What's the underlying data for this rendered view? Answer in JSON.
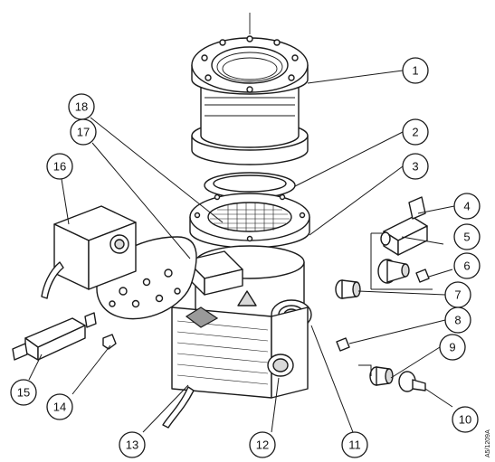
{
  "diagram": {
    "callouts": [
      "1",
      "2",
      "3",
      "4",
      "5",
      "6",
      "7",
      "8",
      "9",
      "10",
      "11",
      "12",
      "13",
      "14",
      "15",
      "16",
      "17",
      "18"
    ],
    "reference_code": "A5/1209A"
  }
}
